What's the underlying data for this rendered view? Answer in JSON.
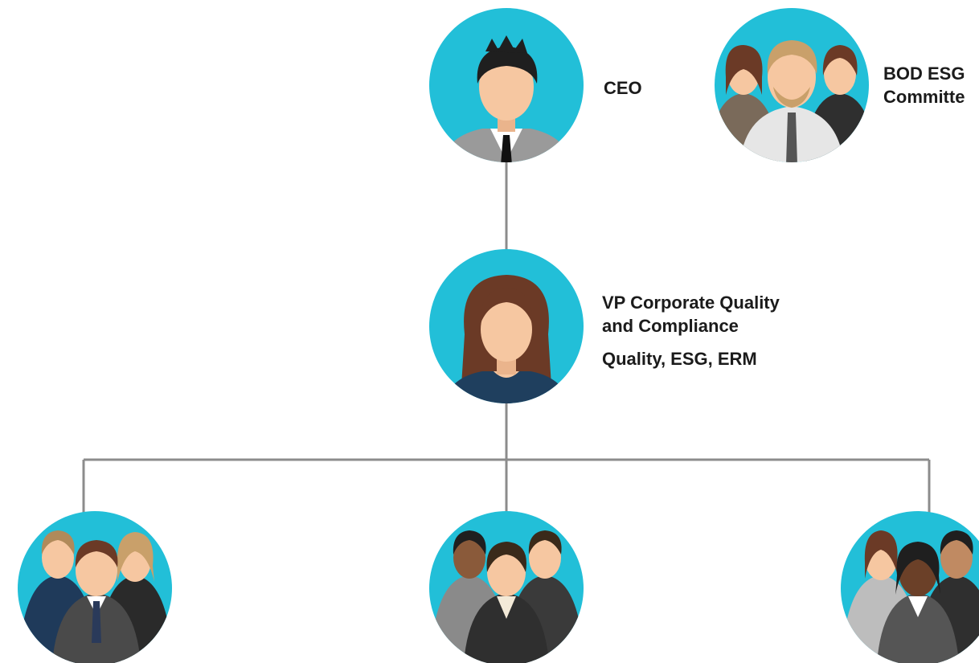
{
  "diagram": {
    "type": "org-chart",
    "colors": {
      "circle_bg": "#22bfd8",
      "connector": "#8c8c8c",
      "skin": "#f6c7a1",
      "hair_dark": "#1f1f1f",
      "hair_brown": "#6b3a26",
      "suit_gray": "#9a9a9a",
      "suit_dark": "#3a3a3a",
      "blouse_navy": "#1f3f5e"
    },
    "nodes": {
      "ceo": {
        "label": "CEO",
        "icon": "ceo-avatar-icon"
      },
      "bod": {
        "label_lines": [
          "BOD ESG",
          "Committe"
        ],
        "icon": "committee-group-icon"
      },
      "vp": {
        "label_lines": [
          "VP Corporate Quality",
          "and Compliance"
        ],
        "sub_label": "Quality, ESG, ERM",
        "icon": "vp-avatar-icon"
      },
      "team_left": {
        "icon": "team-group-icon"
      },
      "team_center": {
        "icon": "team-group-icon"
      },
      "team_right": {
        "icon": "team-group-icon"
      }
    },
    "edges": [
      [
        "ceo",
        "vp"
      ],
      [
        "vp",
        "team_left"
      ],
      [
        "vp",
        "team_center"
      ],
      [
        "vp",
        "team_right"
      ]
    ]
  }
}
